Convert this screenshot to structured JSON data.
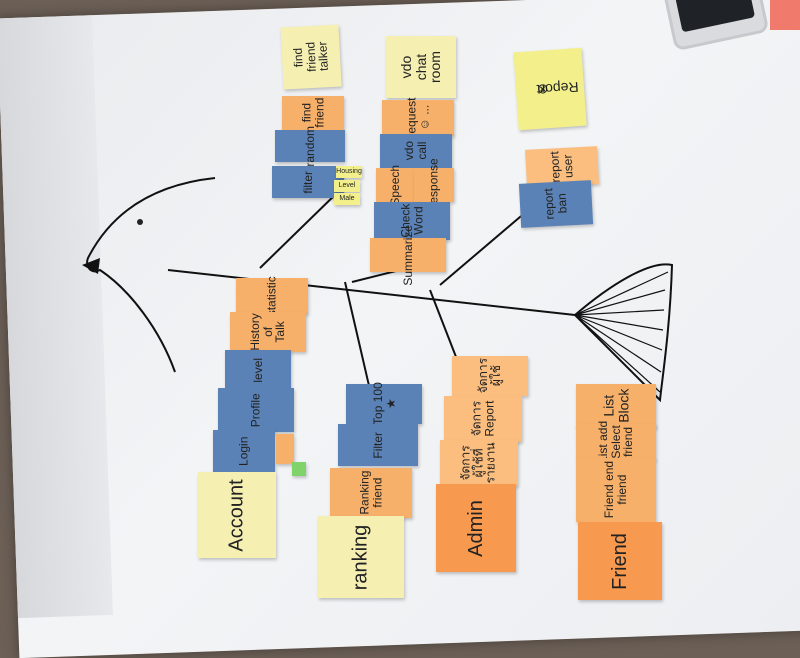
{
  "notes": {
    "find_talker": "find\nfriend\ntalker",
    "find_friend": "find\nfriend",
    "random": "random",
    "filter": "filter",
    "filter_tag1": "Housing",
    "filter_tag2": "Level",
    "filter_tag3": "Male",
    "vdo_chat_room": "vdo\nchat\nroom",
    "request": "request\n☺ ...",
    "vdo_call": "vdo\ncall",
    "speech": "Speech",
    "response": "Response",
    "check_word": "Check\nWord",
    "summarize": "Summarize",
    "report_title": "Report",
    "report_user": "report\nuser",
    "report_ban": "report\nban",
    "statistic": "statistic",
    "history_of_talk": "History\nof\nTalk",
    "level": "level",
    "profile": "Profile",
    "login": "Login",
    "account": "Account",
    "top100": "Top 100\n★",
    "filter2": "Filter",
    "friend_ranking": "Ranking\nfriend",
    "ranking": "ranking",
    "admin_top": "จัดการ\nผู้ใช้",
    "admin_report": "จัดการ\nReport",
    "admin_ban": "จัดการ\nผู้ใช้ที่\nรายงาน",
    "admin": "Admin",
    "list_block": "List\nBlock",
    "list_add": "List add\nSelect\nfriend",
    "friend_end": "Friend end\nfriend",
    "friend": "Friend"
  },
  "icons": {
    "report_icon": "x-circle-icon",
    "star": "star-icon"
  },
  "colors": {
    "yellow": "#f5efb2",
    "orange": "#f7b06a",
    "blue": "#5b82b6",
    "board": "#eceef1"
  }
}
